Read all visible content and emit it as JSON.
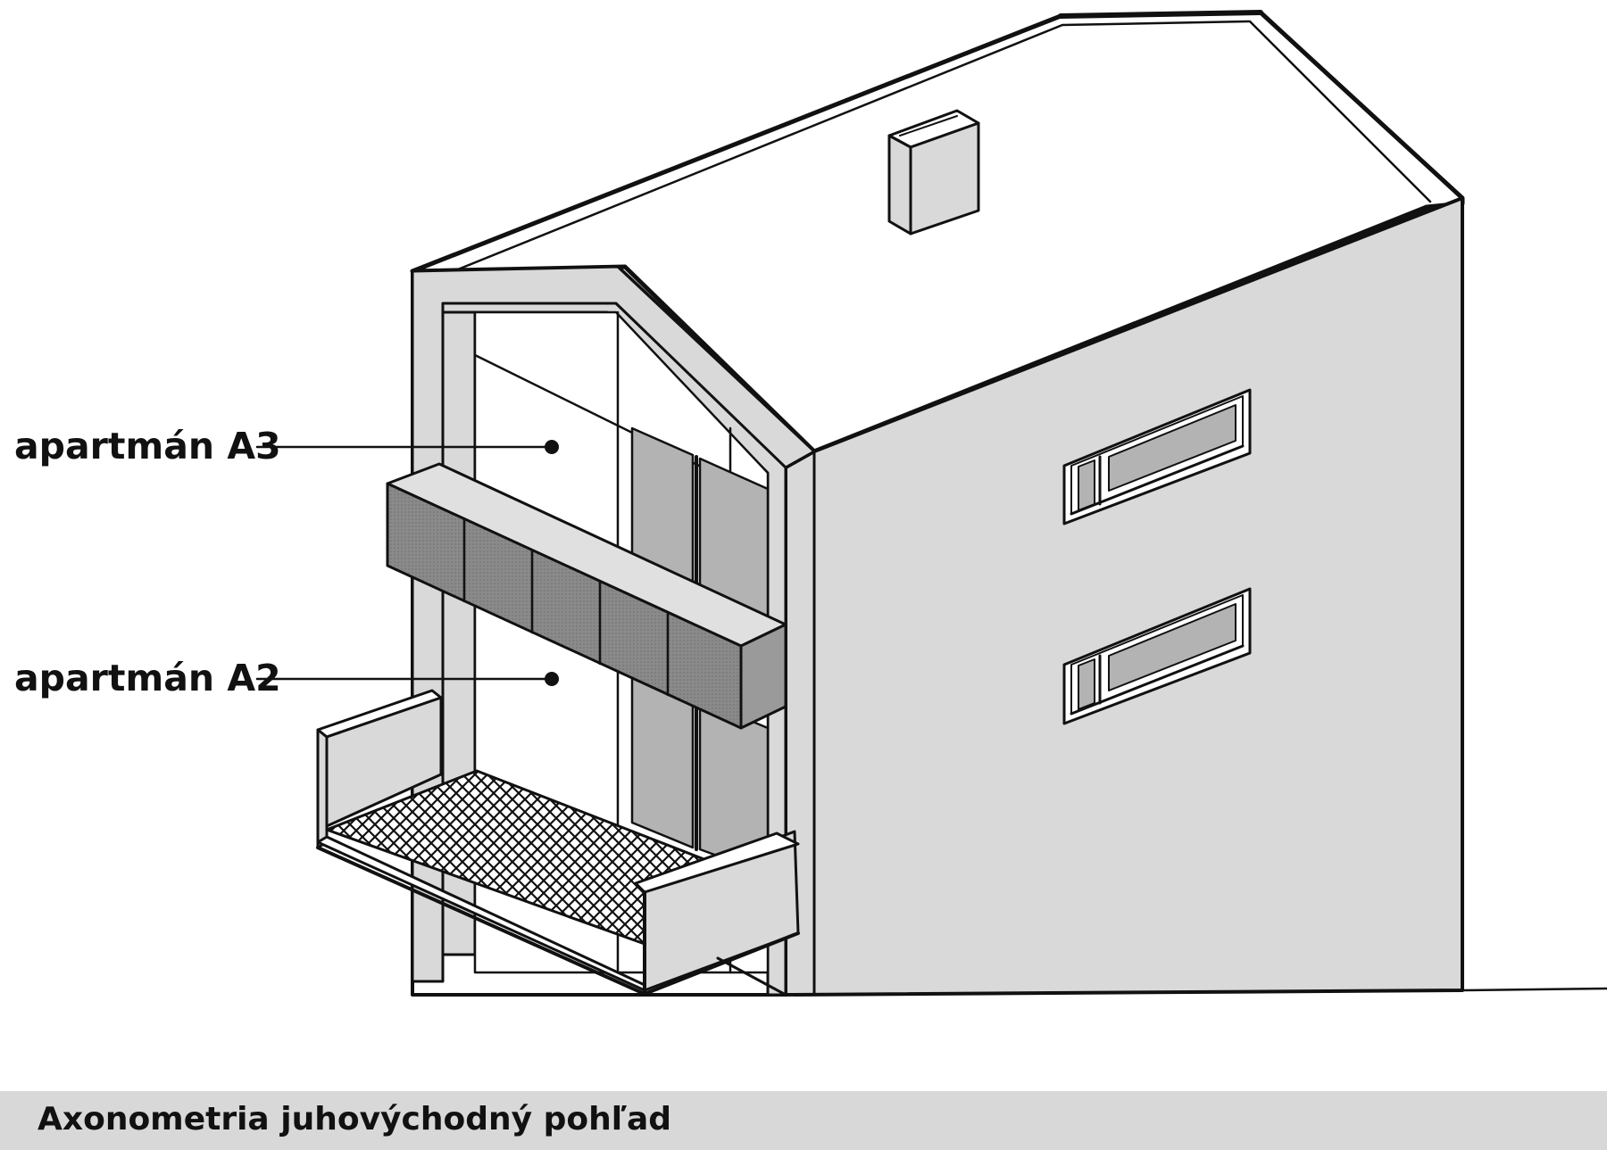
{
  "labels": {
    "apartment_a3": "apartmán A3",
    "apartment_a2": "apartmán A2"
  },
  "caption": "Axonometria juhovýchodný pohľad",
  "colors": {
    "wall_light": "#d9d9d9",
    "panel_dark": "#8c8c8c",
    "glass": "#b3b3b3",
    "line": "#111111",
    "caption_bg": "#d8d8d8"
  }
}
